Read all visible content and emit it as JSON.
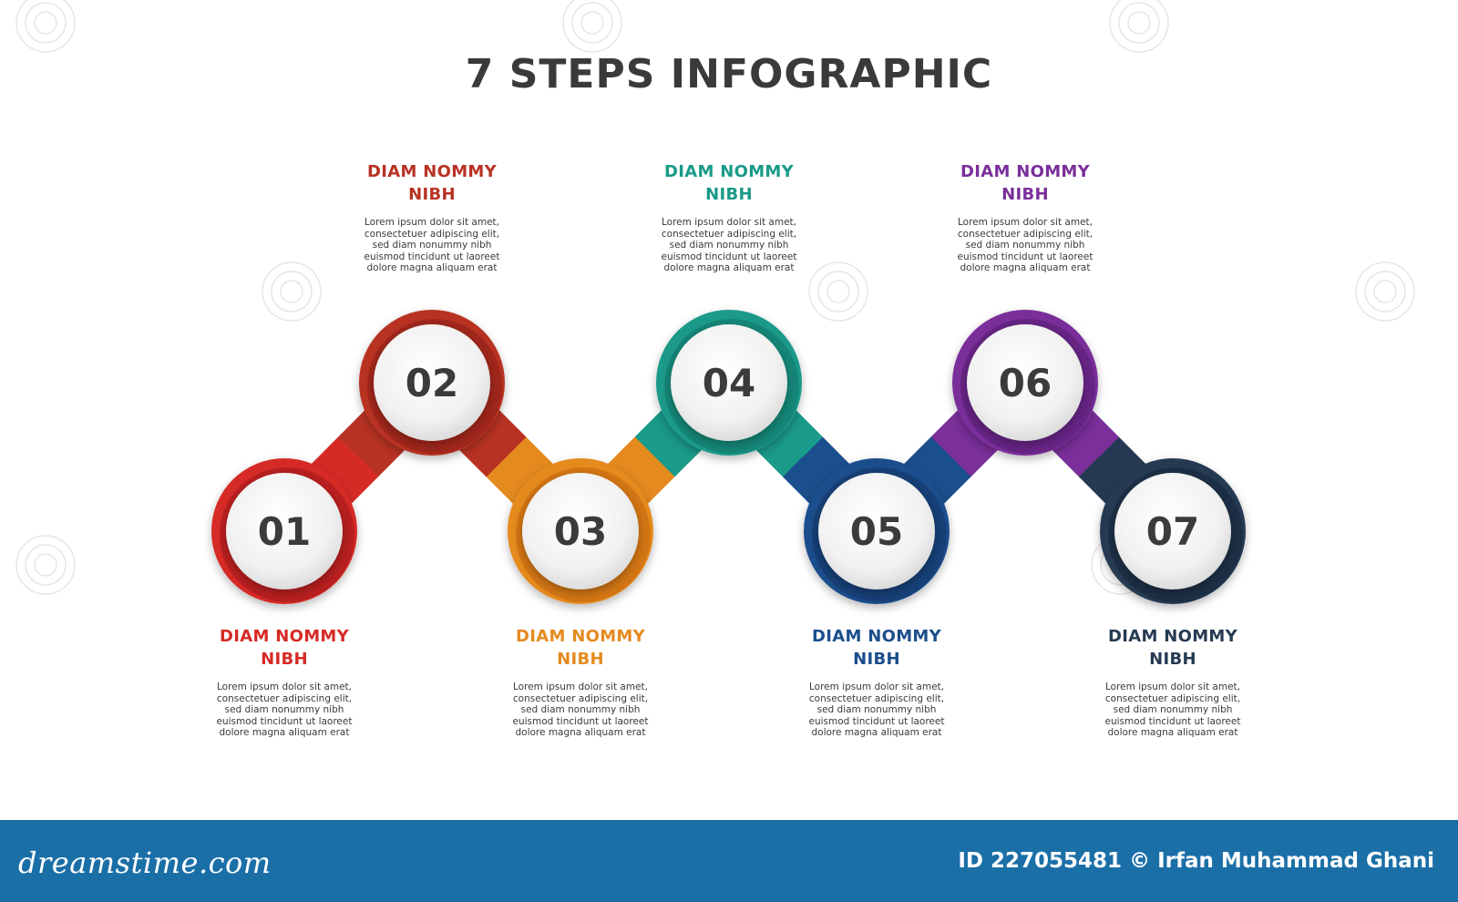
{
  "title": "7 STEPS INFOGRAPHIC",
  "steps": [
    {
      "number": "01",
      "heading_line1": "DIAM NOMMY",
      "heading_line2": "NIBH",
      "color": "#d62a25",
      "color_dark": "#a0161a",
      "position": "bottom",
      "body": "Lorem ipsum dolor sit amet,\nconsectetuer adipiscing elit,\nsed diam nonummy nibh\neuismod tincidunt ut laoreet\ndolore magna aliquam erat"
    },
    {
      "number": "02",
      "heading_line1": "DIAM NOMMY",
      "heading_line2": "NIBH",
      "color": "#b83223",
      "color_dark": "#8c1d16",
      "position": "top",
      "body": "Lorem ipsum dolor sit amet,\nconsectetuer adipiscing elit,\nsed diam nonummy nibh\neuismod tincidunt ut laoreet\ndolore magna aliquam erat"
    },
    {
      "number": "03",
      "heading_line1": "DIAM NOMMY",
      "heading_line2": "NIBH",
      "color": "#e58a1f",
      "color_dark": "#c2650f",
      "position": "bottom",
      "body": "Lorem ipsum dolor sit amet,\nconsectetuer adipiscing elit,\nsed diam nonummy nibh\neuismod tincidunt ut laoreet\ndolore magna aliquam erat"
    },
    {
      "number": "04",
      "heading_line1": "DIAM NOMMY",
      "heading_line2": "NIBH",
      "color": "#1a9a89",
      "color_dark": "#0f7668",
      "position": "top",
      "body": "Lorem ipsum dolor sit amet,\nconsectetuer adipiscing elit,\nsed diam nonummy nibh\neuismod tincidunt ut laoreet\ndolore magna aliquam erat"
    },
    {
      "number": "05",
      "heading_line1": "DIAM NOMMY",
      "heading_line2": "NIBH",
      "color": "#1b4e8c",
      "color_dark": "#123766",
      "position": "bottom",
      "body": "Lorem ipsum dolor sit amet,\nconsectetuer adipiscing elit,\nsed diam nonummy nibh\neuismod tincidunt ut laoreet\ndolore magna aliquam erat"
    },
    {
      "number": "06",
      "heading_line1": "DIAM NOMMY",
      "heading_line2": "NIBH",
      "color": "#7a2f9a",
      "color_dark": "#561e72",
      "position": "top",
      "body": "Lorem ipsum dolor sit amet,\nconsectetuer adipiscing elit,\nsed diam nonummy nibh\neuismod tincidunt ut laoreet\ndolore magna aliquam erat"
    },
    {
      "number": "07",
      "heading_line1": "DIAM NOMMY",
      "heading_line2": "NIBH",
      "color": "#253a52",
      "color_dark": "#16263a",
      "position": "bottom",
      "body": "Lorem ipsum dolor sit amet,\nconsectetuer adipiscing elit,\nsed diam nonummy nibh\neuismod tincidunt ut laoreet\ndolore magna aliquam erat"
    }
  ],
  "footer": {
    "logo": "dreamstime.com",
    "credit": "ID 227055481 © Irfan Muhammad Ghani"
  }
}
